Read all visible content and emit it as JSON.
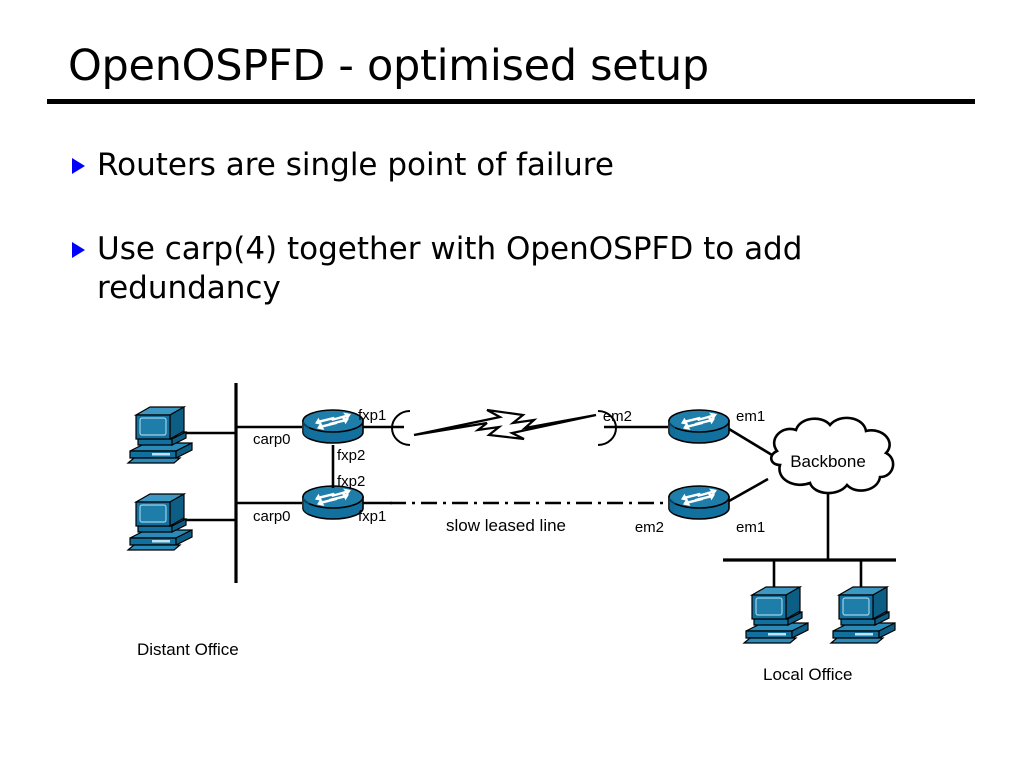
{
  "slide": {
    "title": "OpenOSPFD - optimised setup",
    "bullets": [
      {
        "text": "Routers are single point of failure",
        "marker": "triangle-right-bullet"
      },
      {
        "text": "Use carp(4) together with OpenOSPFD to add redundancy",
        "marker": "triangle-right-bullet"
      }
    ]
  },
  "diagram": {
    "name": "network-topology-diagram",
    "labels": {
      "distant_office": "Distant Office",
      "local_office": "Local Office",
      "backbone": "Backbone",
      "slow_leased_line": "slow leased line",
      "router1_left_iface": "carp0",
      "router1_right_iface": "fxp1",
      "router1_down_iface": "fxp2",
      "router2_up_iface": "fxp2",
      "router2_left_iface": "carp0",
      "router2_right_iface": "fxp1",
      "router3_left_iface": "em2",
      "router3_right_iface": "em1",
      "router4_left_iface": "em2",
      "router4_right_iface": "em1"
    },
    "nodes": {
      "workstation_distant_top": "workstation-icon",
      "workstation_distant_bottom": "workstation-icon",
      "router_distant_top": "router-icon",
      "router_distant_bottom": "router-icon",
      "router_local_top": "router-icon",
      "router_local_bottom": "router-icon",
      "cloud_backbone": "cloud-icon",
      "workstation_local_left": "workstation-icon",
      "workstation_local_right": "workstation-icon",
      "wan_link": "lightning-bolt-icon"
    },
    "colors": {
      "device_body": "#12709e",
      "device_body_light": "#2a8ab8",
      "device_top": "#1f7ea9",
      "device_highlight": "#57a9cc",
      "outline": "#000000",
      "bullet_blue": "#0000ff",
      "background": "#ffffff"
    }
  }
}
